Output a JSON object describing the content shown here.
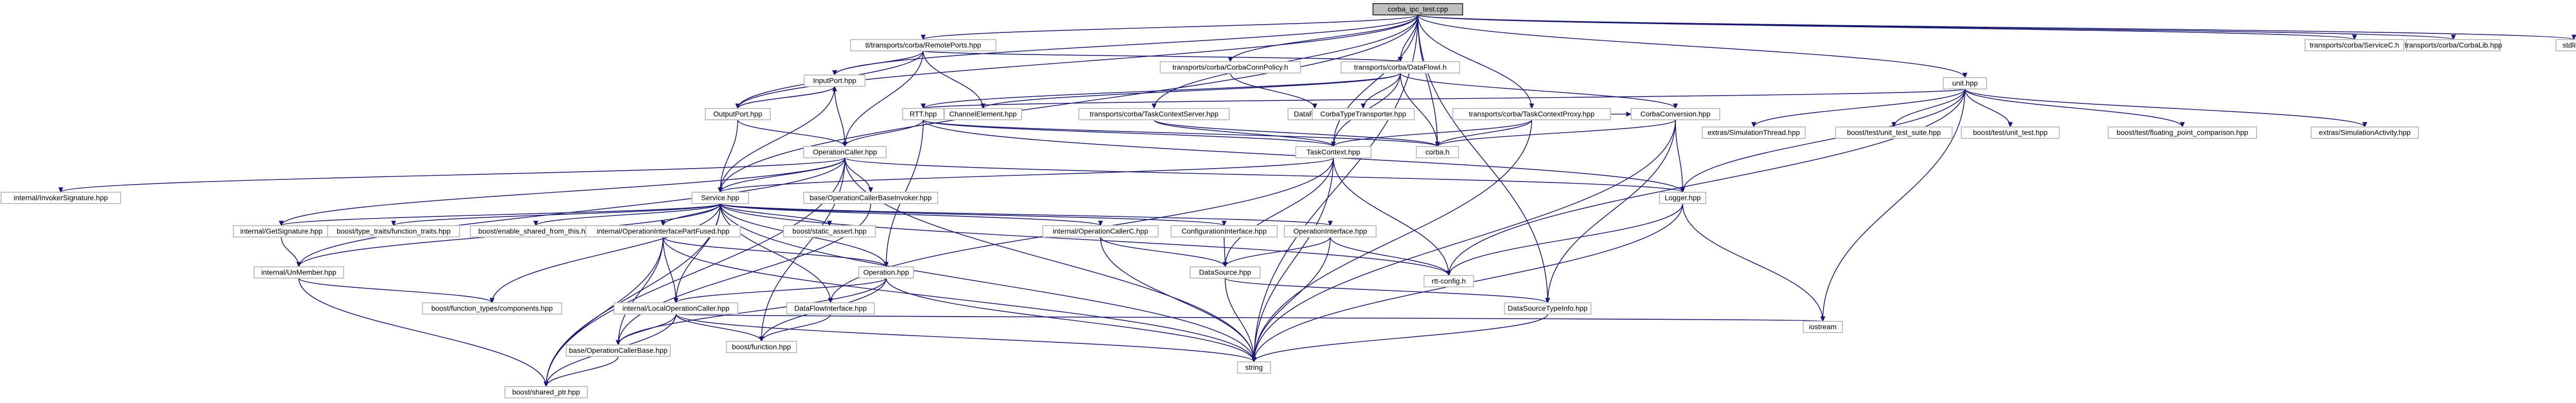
{
  "colors": {
    "internal_border": "#bfbfbf",
    "red_border": "#ff0000",
    "edge": "#191970",
    "root_fill": "#bfbfbf"
  },
  "nodes": [
    {
      "id": "root",
      "label": "corba_ipc_test.cpp",
      "kind": "root"
    },
    {
      "id": "tlremote",
      "label": "tl/transports/corba/RemotePorts.hpp",
      "kind": "link"
    },
    {
      "id": "conpol",
      "label": "transports/corba/CorbaConnPolicy.h",
      "kind": "link"
    },
    {
      "id": "dataflowi",
      "label": "transports/corba/DataFlowI.h",
      "kind": "link"
    },
    {
      "id": "tcserver",
      "label": "transports/corba/TaskContextServer.hpp",
      "kind": "link"
    },
    {
      "id": "tcproxy",
      "label": "transports/corba/TaskContextProxy.hpp",
      "kind": "link"
    },
    {
      "id": "servicec",
      "label": "transports/corba/ServiceC.h",
      "kind": "plain"
    },
    {
      "id": "corbalib",
      "label": "transports/corba/CorbaLib.hpp",
      "kind": "link"
    },
    {
      "id": "stdlib",
      "label": "stdlib.h",
      "kind": "plain"
    },
    {
      "id": "unit",
      "label": "unit.hpp",
      "kind": "plain"
    },
    {
      "id": "inputport",
      "label": "InputPort.hpp",
      "kind": "link"
    },
    {
      "id": "outputport",
      "label": "OutputPort.hpp",
      "kind": "link"
    },
    {
      "id": "channelel",
      "label": "ChannelElement.hpp",
      "kind": "link"
    },
    {
      "id": "dataflowc",
      "label": "DataFlowC.h",
      "kind": "plain"
    },
    {
      "id": "rtt",
      "label": "RTT.hpp",
      "kind": "link"
    },
    {
      "id": "corbatt",
      "label": "CorbaTypeTransporter.hpp",
      "kind": "link"
    },
    {
      "id": "corbaconv",
      "label": "CorbaConversion.hpp",
      "kind": "link"
    },
    {
      "id": "simthread",
      "label": "extras/SimulationThread.hpp",
      "kind": "link"
    },
    {
      "id": "boostunitsuite",
      "label": "boost/test/unit_test_suite.hpp",
      "kind": "plain"
    },
    {
      "id": "boostunit",
      "label": "boost/test/unit_test.hpp",
      "kind": "plain"
    },
    {
      "id": "boostfloat",
      "label": "boost/test/floating_point_comparison.hpp",
      "kind": "plain"
    },
    {
      "id": "simact",
      "label": "extras/SimulationActivity.hpp",
      "kind": "link"
    },
    {
      "id": "taskcontext",
      "label": "TaskContext.hpp",
      "kind": "link"
    },
    {
      "id": "corbah",
      "label": "corba.h",
      "kind": "link"
    },
    {
      "id": "opcaller",
      "label": "OperationCaller.hpp",
      "kind": "plain"
    },
    {
      "id": "invsig",
      "label": "internal/InvokerSignature.hpp",
      "kind": "link"
    },
    {
      "id": "service",
      "label": "Service.hpp",
      "kind": "plain"
    },
    {
      "id": "baseopinv",
      "label": "base/OperationCallerBaseInvoker.hpp",
      "kind": "link"
    },
    {
      "id": "logger",
      "label": "Logger.hpp",
      "kind": "link"
    },
    {
      "id": "getsig",
      "label": "internal/GetSignature.hpp",
      "kind": "plain"
    },
    {
      "id": "typetraits",
      "label": "boost/type_traits/function_traits.hpp",
      "kind": "plain"
    },
    {
      "id": "enableshared",
      "label": "boost/enable_shared_from_this.hpp",
      "kind": "plain"
    },
    {
      "id": "opifpart",
      "label": "internal/OperationInterfacePartFused.hpp",
      "kind": "link"
    },
    {
      "id": "staticassert",
      "label": "boost/static_assert.hpp",
      "kind": "plain"
    },
    {
      "id": "opcallerc",
      "label": "internal/OperationCallerC.hpp",
      "kind": "link"
    },
    {
      "id": "configif",
      "label": "ConfigurationInterface.hpp",
      "kind": "link"
    },
    {
      "id": "opif",
      "label": "OperationInterface.hpp",
      "kind": "link"
    },
    {
      "id": "rttconfig",
      "label": "rtt-config.h",
      "kind": "plain"
    },
    {
      "id": "unmember",
      "label": "internal/UnMember.hpp",
      "kind": "link"
    },
    {
      "id": "operation",
      "label": "Operation.hpp",
      "kind": "link"
    },
    {
      "id": "datasource",
      "label": "DataSource.hpp",
      "kind": "link"
    },
    {
      "id": "functypes",
      "label": "boost/function_types/components.hpp",
      "kind": "plain"
    },
    {
      "id": "localop",
      "label": "internal/LocalOperationCaller.hpp",
      "kind": "link"
    },
    {
      "id": "dataflowif",
      "label": "DataFlowInterface.hpp",
      "kind": "link"
    },
    {
      "id": "dstypeinfo",
      "label": "DataSourceTypeInfo.hpp",
      "kind": "link"
    },
    {
      "id": "iostream",
      "label": "iostream",
      "kind": "plain"
    },
    {
      "id": "baseopbase",
      "label": "base/OperationCallerBase.hpp",
      "kind": "link"
    },
    {
      "id": "boostfunc",
      "label": "boost/function.hpp",
      "kind": "plain"
    },
    {
      "id": "string",
      "label": "string",
      "kind": "plain"
    },
    {
      "id": "sharedptr",
      "label": "boost/shared_ptr.hpp",
      "kind": "plain"
    }
  ]
}
